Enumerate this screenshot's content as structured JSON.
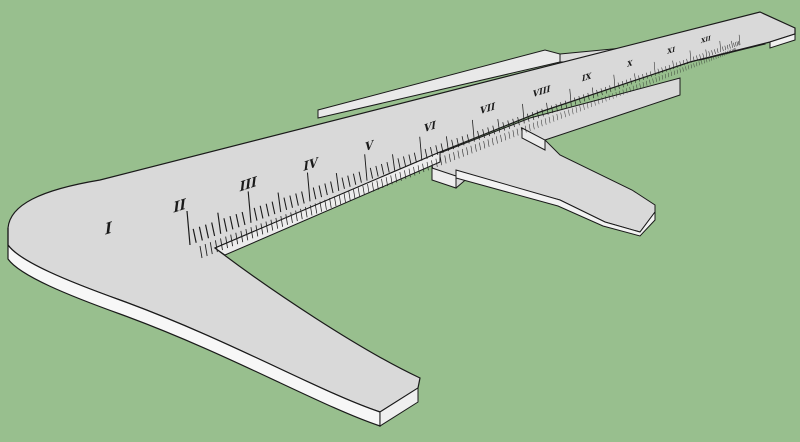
{
  "scene": {
    "background_color": "#98bf8e",
    "face_color": "#d9d9d9",
    "side_color": "#f7f7f7",
    "edge_color": "#1a1a1a"
  },
  "scale": {
    "roman_numerals": [
      "I",
      "II",
      "III",
      "IV",
      "V",
      "VI",
      "VII",
      "VIII",
      "IX",
      "X",
      "XI",
      "XII"
    ]
  }
}
